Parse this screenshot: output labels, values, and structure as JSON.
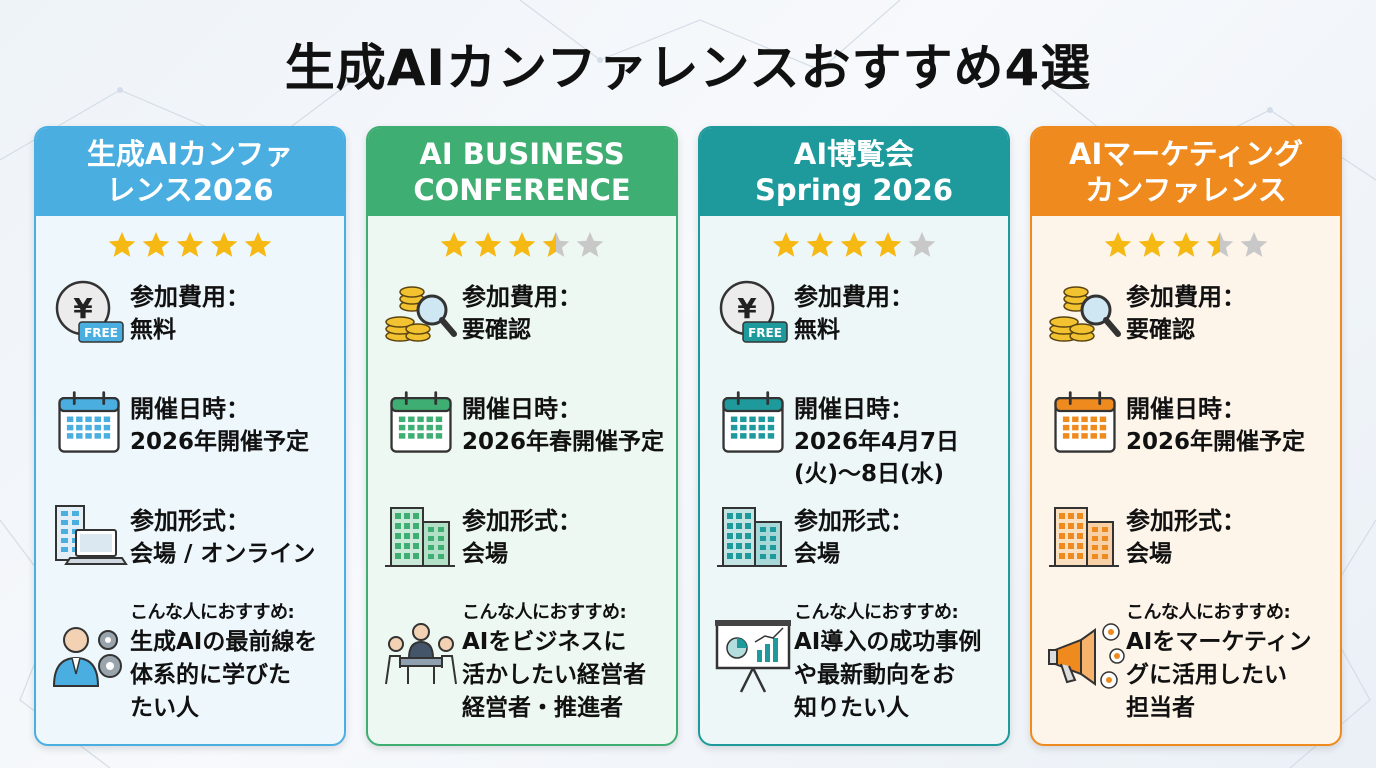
{
  "title": "生成AIカンファレンスおすすめ4選",
  "cards": [
    {
      "name": "生成AIカンファ\nレンス2026",
      "accent": "#4aaee0",
      "tint": "#eef7fc",
      "rating": 5,
      "fee_label": "参加費用：",
      "fee_value": "無料",
      "fee_icon": "yen-free-icon",
      "date_label": "開催日時：",
      "date_value": "2026年開催予定",
      "format_label": "参加形式：",
      "format_value": "会場 / オンライン",
      "format_icon": "building-laptop-icon",
      "rec_label": "こんな人におすすめ:",
      "rec_value": "生成AIの最前線を\n体系的に学びた\nたい人",
      "rec_icon": "person-gears-icon"
    },
    {
      "name": "AI BUSINESS\nCONFERENCE",
      "accent": "#3fae72",
      "tint": "#eef8f2",
      "rating": 3.5,
      "fee_label": "参加費用：",
      "fee_value": "要確認",
      "fee_icon": "coins-magnifier-icon",
      "date_label": "開催日時：",
      "date_value": "2026年春開催予定",
      "format_label": "参加形式：",
      "format_value": "会場",
      "format_icon": "building-icon",
      "rec_label": "こんな人におすすめ:",
      "rec_value": "AIをビジネスに\n活かしたい経営者\n経営者・推進者",
      "rec_icon": "meeting-icon"
    },
    {
      "name": "AI博覧会\nSpring 2026",
      "accent": "#1e9a9c",
      "tint": "#eef7f7",
      "rating": 4,
      "fee_label": "参加費用：",
      "fee_value": "無料",
      "fee_icon": "yen-free-icon",
      "date_label": "開催日時：",
      "date_value": "2026年4月7日\n(火)～8日(水)",
      "format_label": "参加形式：",
      "format_value": "会場",
      "format_icon": "building-icon",
      "rec_label": "こんな人におすすめ:",
      "rec_value": "AI導入の成功事例\nや最新動向をお\n知りたい人",
      "rec_icon": "presentation-board-icon"
    },
    {
      "name": "AIマーケティング\nカンファレンス",
      "accent": "#ef8a1e",
      "tint": "#fdf4ea",
      "rating": 3.5,
      "fee_label": "参加費用：",
      "fee_value": "要確認",
      "fee_icon": "coins-magnifier-icon",
      "date_label": "開催日時：",
      "date_value": "2026年開催予定",
      "format_label": "参加形式：",
      "format_value": "会場",
      "format_icon": "building-icon",
      "rec_label": "こんな人におすすめ:",
      "rec_value": "AIをマーケティン\nグに活用したい\n担当者",
      "rec_icon": "megaphone-icon"
    }
  ]
}
